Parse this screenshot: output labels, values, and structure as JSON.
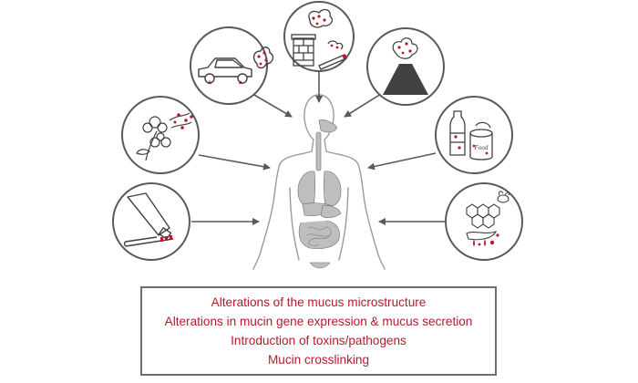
{
  "diagram": {
    "sources": [
      {
        "id": "pollen",
        "icon": "flowers-pollen-icon"
      },
      {
        "id": "toothpaste",
        "icon": "toothpaste-toothbrush-icon"
      },
      {
        "id": "car-exhaust",
        "icon": "car-exhaust-icon"
      },
      {
        "id": "smoke",
        "icon": "chimney-cigarette-smoke-icon"
      },
      {
        "id": "volcano",
        "icon": "volcano-icon"
      },
      {
        "id": "food-packaging",
        "icon": "bottle-food-can-icon"
      },
      {
        "id": "honey",
        "icon": "honeycomb-bee-icon"
      }
    ],
    "center_icon": "human-body-organs-icon",
    "effects": [
      "Alterations of the mucus microstructure",
      "Alterations in mucin gene expression & mucus secretion",
      "Introduction of toxins/pathogens",
      "Mucin crosslinking"
    ],
    "colors": {
      "accent": "#b31b2c",
      "line": "#6d6e71",
      "organ": "#bcbec0",
      "body_outline": "#9a9b9e"
    }
  }
}
